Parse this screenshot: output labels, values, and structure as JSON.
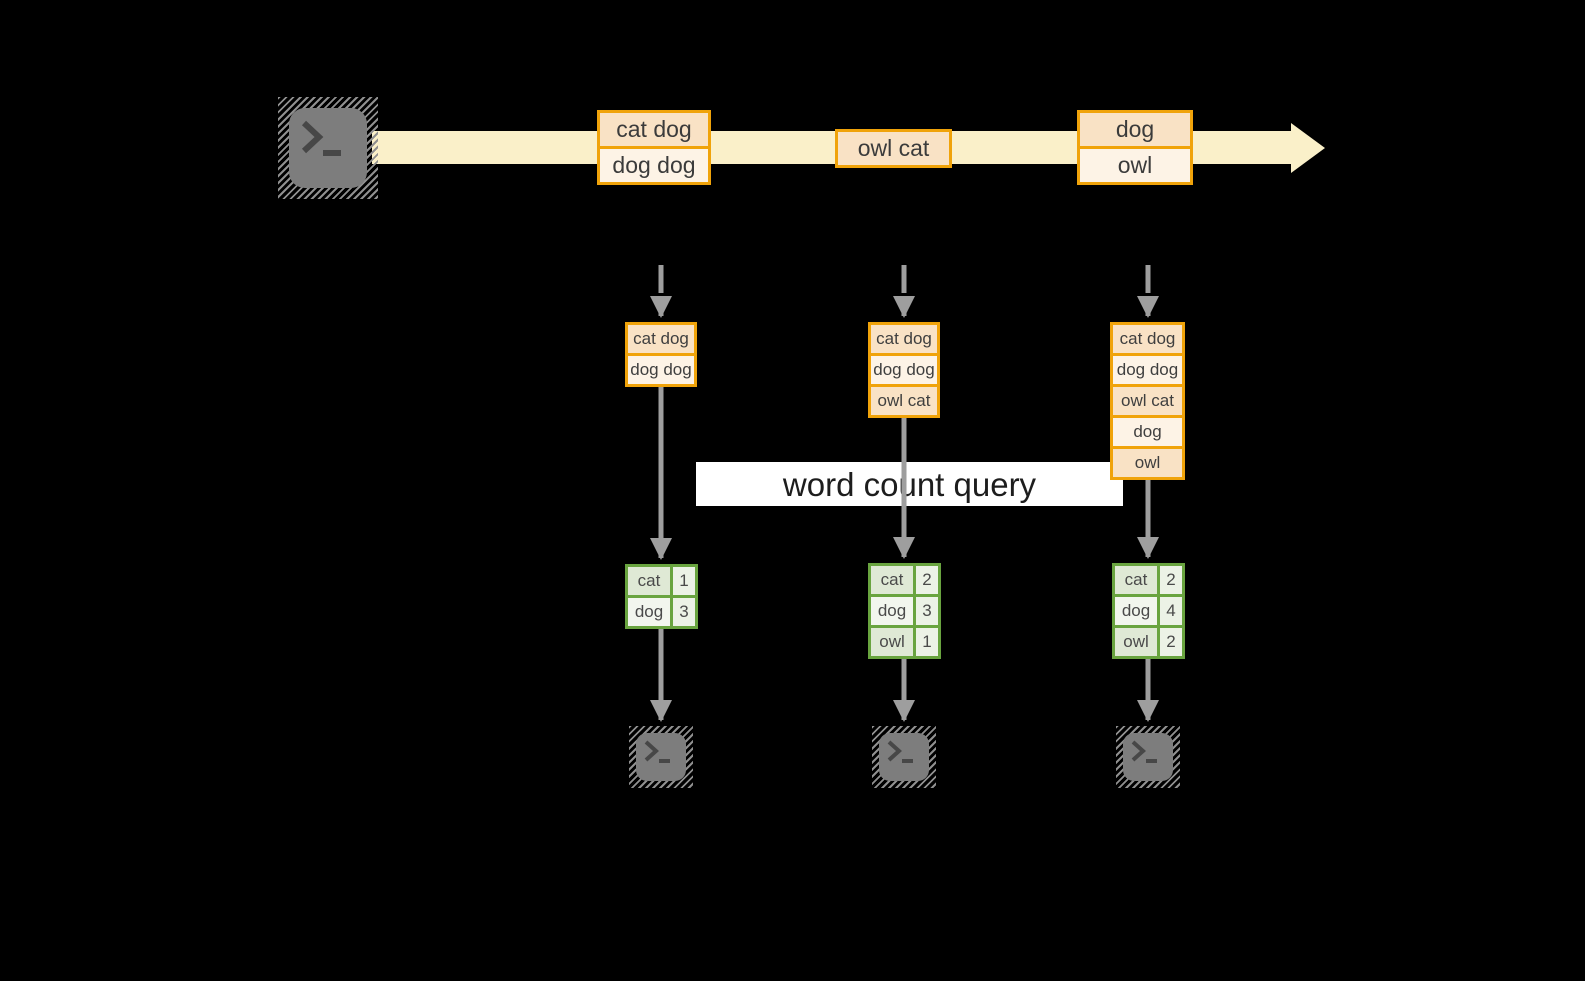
{
  "colors": {
    "background": "#000000",
    "stream_band": "#FAF0C9",
    "event_border": "#F0A30A",
    "event_fill_dark": "#F9E2C5",
    "event_fill_light": "#FDF3E6",
    "table_border": "#69A43F",
    "table_cell_dark": "#DFE9D5",
    "table_cell_light": "#F2F6EE",
    "table_cell_count": "#ECF2E6",
    "arrow_gray": "#9E9E9E",
    "terminal_gray": "#7D7D7D",
    "query_band_bg": "#FFFFFF"
  },
  "icons": {
    "source": "terminal-icon",
    "outputs": [
      "terminal-icon",
      "terminal-icon",
      "terminal-icon"
    ]
  },
  "timeline": {
    "events": [
      {
        "rows": [
          "cat dog",
          "dog dog"
        ]
      },
      {
        "rows": [
          "owl cat"
        ]
      },
      {
        "rows": [
          "dog",
          "owl"
        ]
      }
    ]
  },
  "stacks": [
    {
      "rows": [
        "cat dog",
        "dog dog"
      ]
    },
    {
      "rows": [
        "cat dog",
        "dog dog",
        "owl cat"
      ]
    },
    {
      "rows": [
        "cat dog",
        "dog dog",
        "owl cat",
        "dog",
        "owl"
      ]
    }
  ],
  "query": {
    "label": "word count query"
  },
  "tables": [
    {
      "rows": [
        {
          "word": "cat",
          "count": "1"
        },
        {
          "word": "dog",
          "count": "3"
        }
      ]
    },
    {
      "rows": [
        {
          "word": "cat",
          "count": "2"
        },
        {
          "word": "dog",
          "count": "3"
        },
        {
          "word": "owl",
          "count": "1"
        }
      ]
    },
    {
      "rows": [
        {
          "word": "cat",
          "count": "2"
        },
        {
          "word": "dog",
          "count": "4"
        },
        {
          "word": "owl",
          "count": "2"
        }
      ]
    }
  ]
}
